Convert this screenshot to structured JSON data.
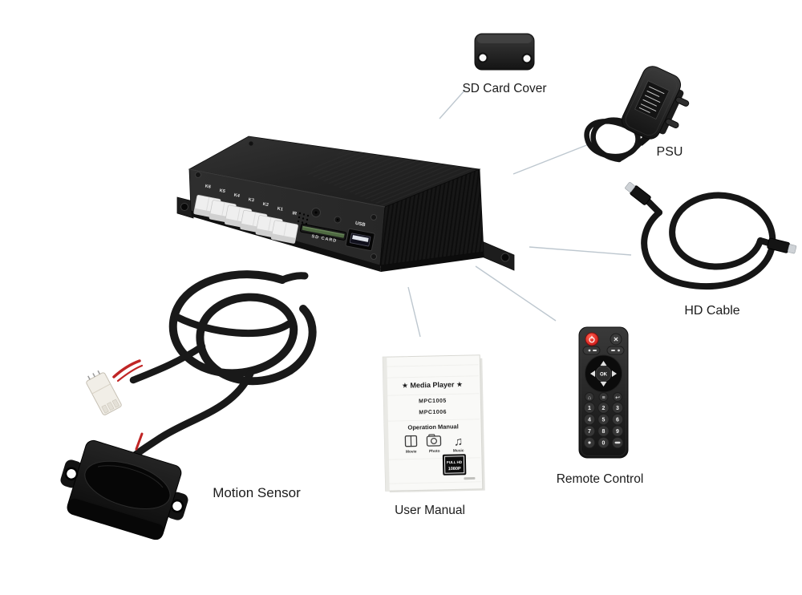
{
  "scene": {
    "background": "#ffffff",
    "connector_line_color": "#bdc7cf"
  },
  "labels": {
    "sd_card_cover": "SD Card Cover",
    "psu": "PSU",
    "hd_cable": "HD Cable",
    "remote_control": "Remote Control",
    "user_manual": "User Manual",
    "motion_sensor": "Motion Sensor"
  },
  "device": {
    "front_labels": [
      "K6",
      "K5",
      "K4",
      "K3",
      "K2",
      "K1",
      "IR"
    ],
    "sd_slot_label": "SD CARD",
    "usb_label": "USB"
  },
  "remote": {
    "ok_label": "OK",
    "digits_rows": [
      [
        "1",
        "2",
        "3"
      ],
      [
        "4",
        "5",
        "6"
      ],
      [
        "7",
        "8",
        "9"
      ]
    ],
    "zero": "0"
  },
  "manual": {
    "title": "★ Media Player ★",
    "models": [
      "MPC1005",
      "MPC1006"
    ],
    "subtitle": "Operation Manual",
    "icon_labels": [
      "Movie",
      "Photo",
      "Music"
    ],
    "badge_line1": "FULL HD",
    "badge_line2": "1080P"
  },
  "icons": {
    "home": "⌂",
    "menu": "≡",
    "back": "↩",
    "music_note": "♫"
  },
  "colors": {
    "device_black": "#232323",
    "sd_slot_green": "#4f6a42",
    "power_red": "#e32222",
    "metal_tip": "#ced2d6",
    "cable_black": "#181818"
  }
}
